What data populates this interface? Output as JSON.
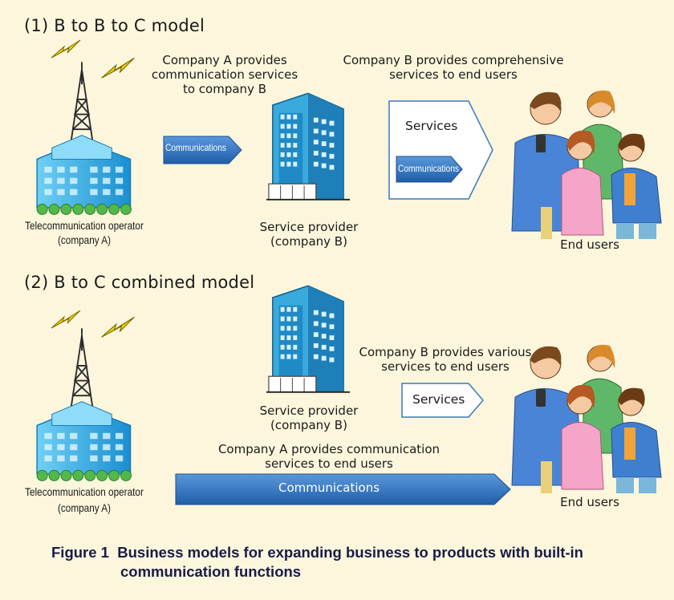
{
  "model1": {
    "title": "(1) B to B to C model",
    "operator_label_1": "Telecommunication operator",
    "operator_label_2": "(company A)",
    "a_to_b_note": [
      "Company A provides",
      "communication services",
      "to company B"
    ],
    "arrow_label": "Communications",
    "provider_label_1": "Service provider",
    "provider_label_2": "(company B)",
    "b_to_users_note": [
      "Company B provides comprehensive",
      "services to end users"
    ],
    "services_label": "Services",
    "inner_arrow_label": "Communications",
    "users_label": "End users"
  },
  "model2": {
    "title": "(2) B to C combined model",
    "operator_label_1": "Telecommunication operator",
    "operator_label_2": "(company A)",
    "provider_label_1": "Service provider",
    "provider_label_2": "(company B)",
    "b_note": [
      "Company B provides various",
      "services to end users"
    ],
    "services_label": "Services",
    "a_note": [
      "Company A provides communication",
      "services to end users"
    ],
    "comm_arrow_label": "Communications",
    "users_label": "End users"
  },
  "caption": {
    "line1": "Figure 1  Business models for expanding business to products with built-in",
    "line2": "communication functions"
  },
  "colors": {
    "background": "#fbf6dc",
    "arrow_blue": "#2f6fba",
    "building_cyan": "#39b3e6",
    "tower_dark": "#2a2a2a",
    "lightning": "#f2d400",
    "shrub_green": "#53b84a",
    "caption_text": "#1a1a4a"
  }
}
